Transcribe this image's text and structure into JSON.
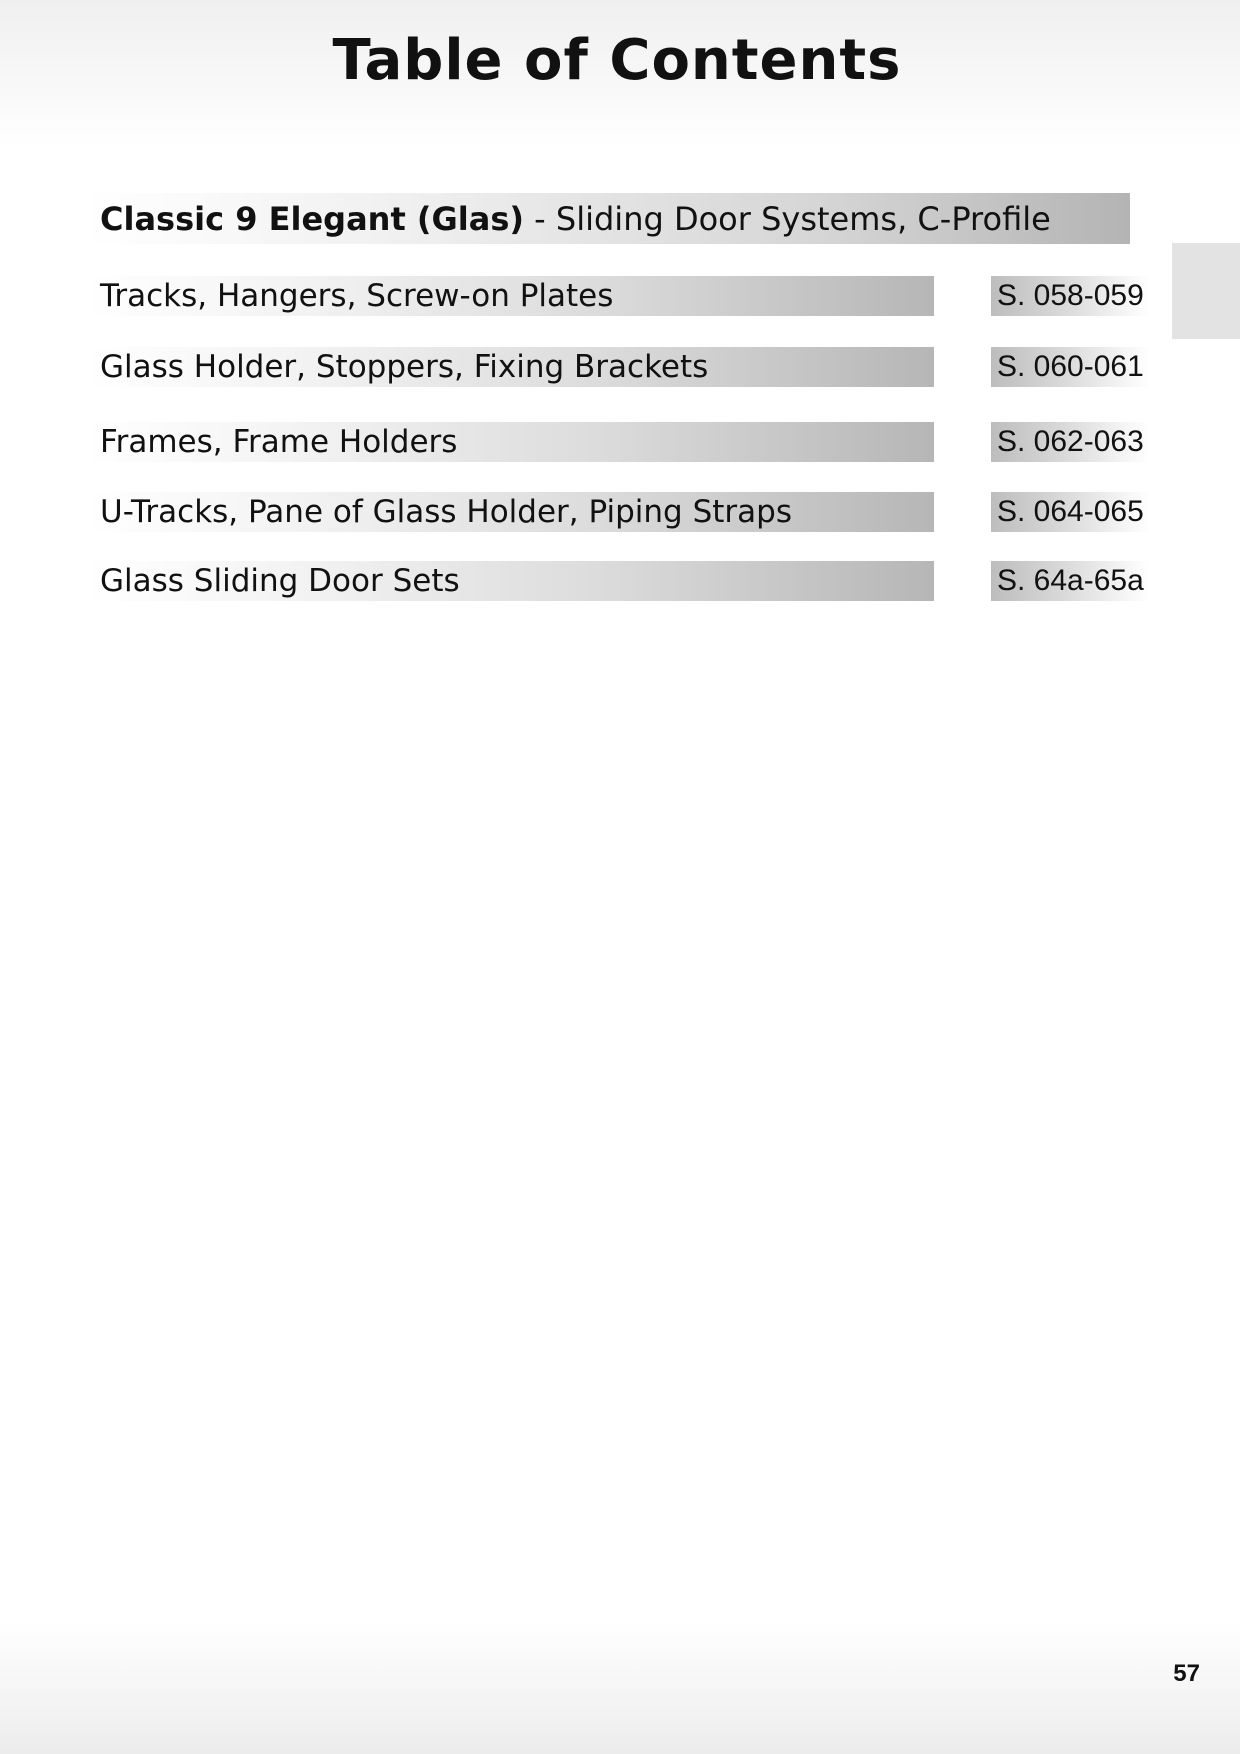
{
  "title": "Table of Contents",
  "section": {
    "name": "Classic 9 Elegant (Glas)",
    "description": " - Sliding Door Systems, C-Profile"
  },
  "entries": [
    {
      "label": "Tracks, Hangers, Screw-on Plates",
      "pages": "S. 058-059"
    },
    {
      "label": "Glass Holder, Stoppers, Fixing Brackets",
      "pages": "S. 060-061"
    },
    {
      "label": "Frames, Frame Holders",
      "pages": "S. 062-063"
    },
    {
      "label": "U-Tracks, Pane of Glass Holder, Piping Straps",
      "pages": "S. 064-065"
    },
    {
      "label": "Glass Sliding Door Sets",
      "pages": "S. 64a-65a"
    }
  ],
  "page_number": "57"
}
